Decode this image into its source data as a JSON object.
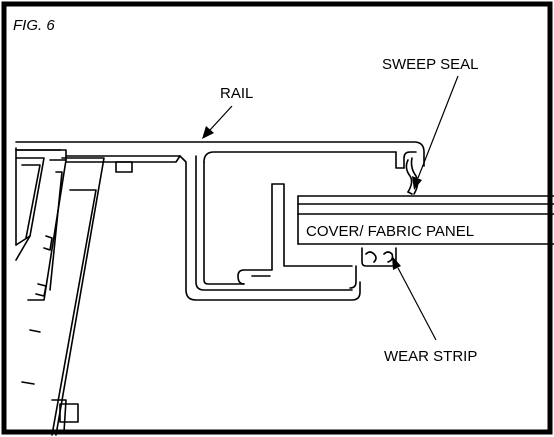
{
  "figure": {
    "fig_label": "FIG. 6",
    "labels": {
      "sweep_seal": "SWEEP SEAL",
      "rail": "RAIL",
      "cover_fabric_panel": "COVER/ FABRIC PANEL",
      "wear_strip": "WEAR STRIP"
    }
  }
}
